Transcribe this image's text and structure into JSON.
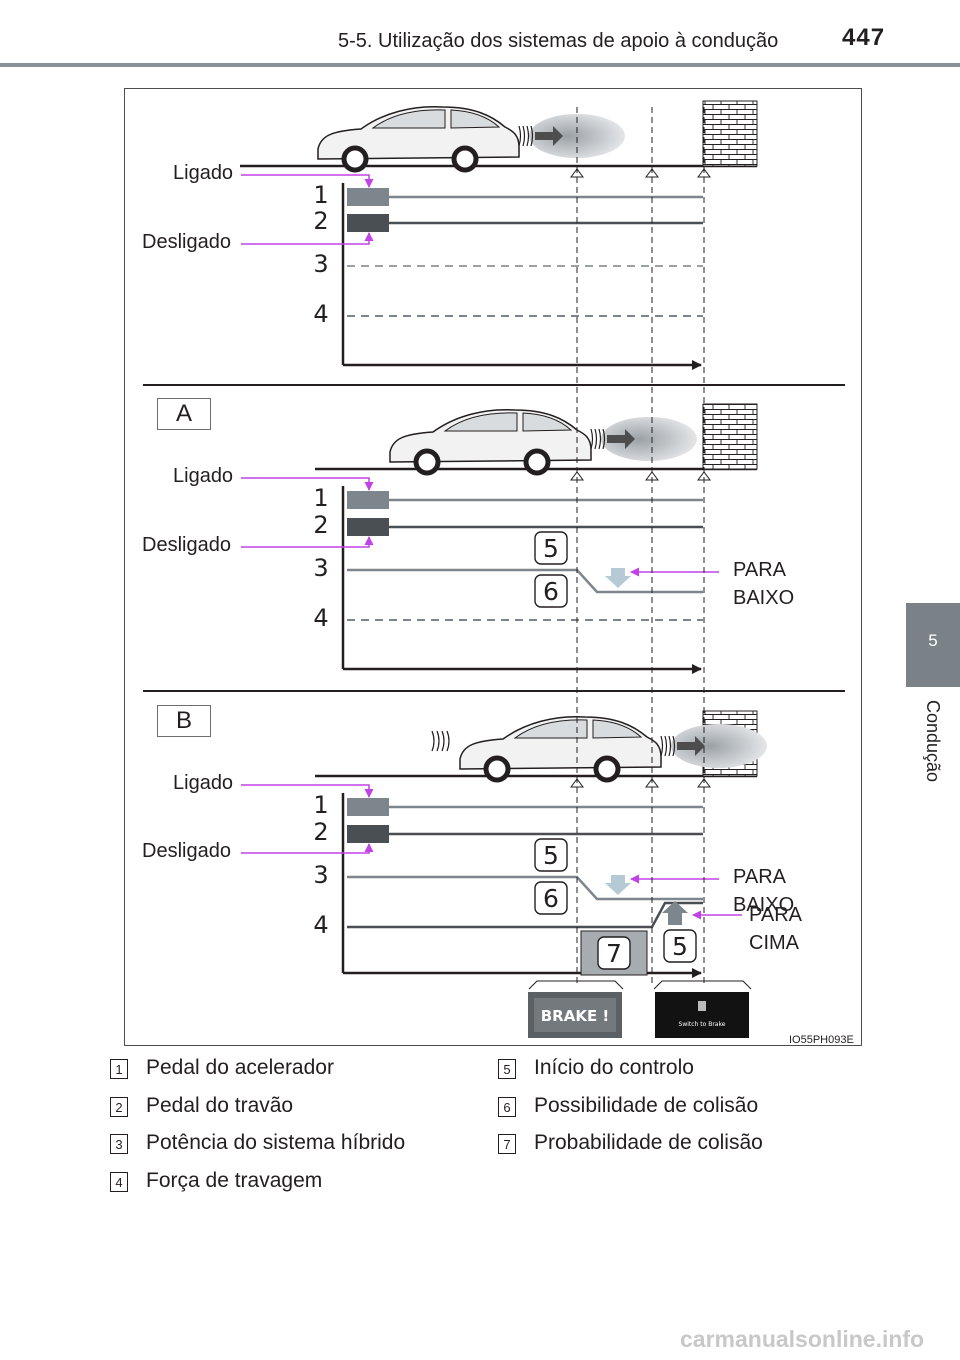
{
  "header": {
    "title": "5-5. Utilização dos sistemas de apoio à condução",
    "page": "447"
  },
  "side_tab": {
    "number": "5",
    "label": "Condução"
  },
  "figure": {
    "code": "IO55PH093E",
    "on_label": "Ligado",
    "off_label": "Desligado",
    "section_a": "A",
    "section_b": "B",
    "para_baixo": "PARA BAIXO",
    "para_cima": "PARA CIMA",
    "row_numbers": [
      "1",
      "2",
      "3",
      "4"
    ],
    "box_numbers": {
      "five": "5",
      "six": "6",
      "seven": "7"
    },
    "brake_display": "BRAKE !",
    "switch_display": "Switch to Brake"
  },
  "legend": {
    "left": [
      {
        "num": "1",
        "text": "Pedal do acelerador"
      },
      {
        "num": "2",
        "text": "Pedal do travão"
      },
      {
        "num": "3",
        "text": "Potência do sistema híbrido"
      },
      {
        "num": "4",
        "text": "Força de travagem"
      }
    ],
    "right": [
      {
        "num": "5",
        "text": "Início do controlo"
      },
      {
        "num": "6",
        "text": "Possibilidade de colisão"
      },
      {
        "num": "7",
        "text": "Probabilidade de colisão"
      }
    ]
  },
  "watermark": "carmanualsonline.info",
  "colors": {
    "pink": "#c242e8",
    "dark": "#231f20",
    "gray_line": "#7d868c",
    "dark_block": "#4a4f53",
    "mid_block": "#7d868c"
  }
}
